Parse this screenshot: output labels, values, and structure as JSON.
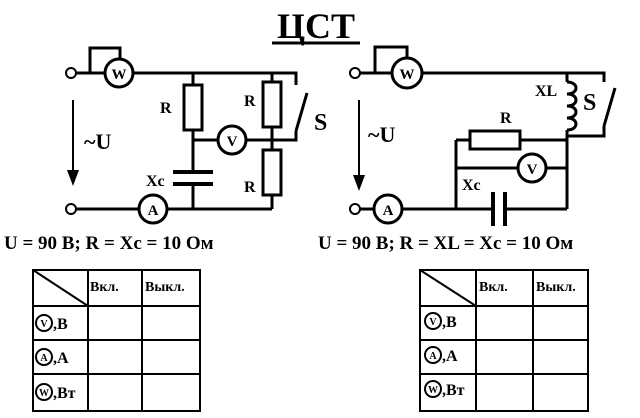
{
  "title": "ЦСТ",
  "circuit_left": {
    "voltage_label": "~U",
    "resistor_label": "R",
    "capacitor_label": "Xc",
    "switch_label": "S",
    "wattmeter_label": "W",
    "voltmeter_label": "V",
    "ammeter_label": "A",
    "params": "U = 90 В;  R = Xc = 10 Ом"
  },
  "circuit_right": {
    "voltage_label": "~U",
    "resistor_label": "R",
    "inductor_label": "XL",
    "capacitor_label": "Xc",
    "switch_label": "S",
    "wattmeter_label": "W",
    "voltmeter_label": "V",
    "ammeter_label": "A",
    "params": "U = 90 В;  R = XL = Xc = 10 Ом"
  },
  "tables": {
    "col_on": "Вкл.",
    "col_off": "Выкл.",
    "rows": [
      {
        "meter": "V",
        "unit": ",В"
      },
      {
        "meter": "A",
        "unit": ",А"
      },
      {
        "meter": "W",
        "unit": ",Вт"
      }
    ]
  }
}
